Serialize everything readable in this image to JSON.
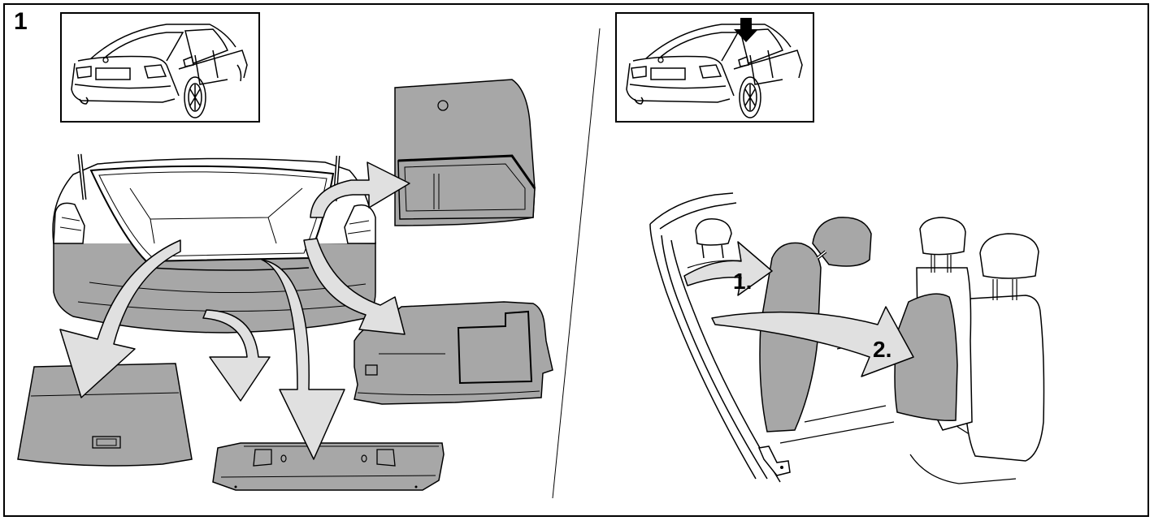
{
  "step_number": "1",
  "seat_removal": {
    "steps": [
      {
        "label": "1."
      },
      {
        "label": "2."
      }
    ]
  },
  "colors": {
    "panel_fill": "#a7a7a7",
    "arrow_fill": "#e0e0e0",
    "outline": "#000000",
    "background": "#ffffff"
  }
}
